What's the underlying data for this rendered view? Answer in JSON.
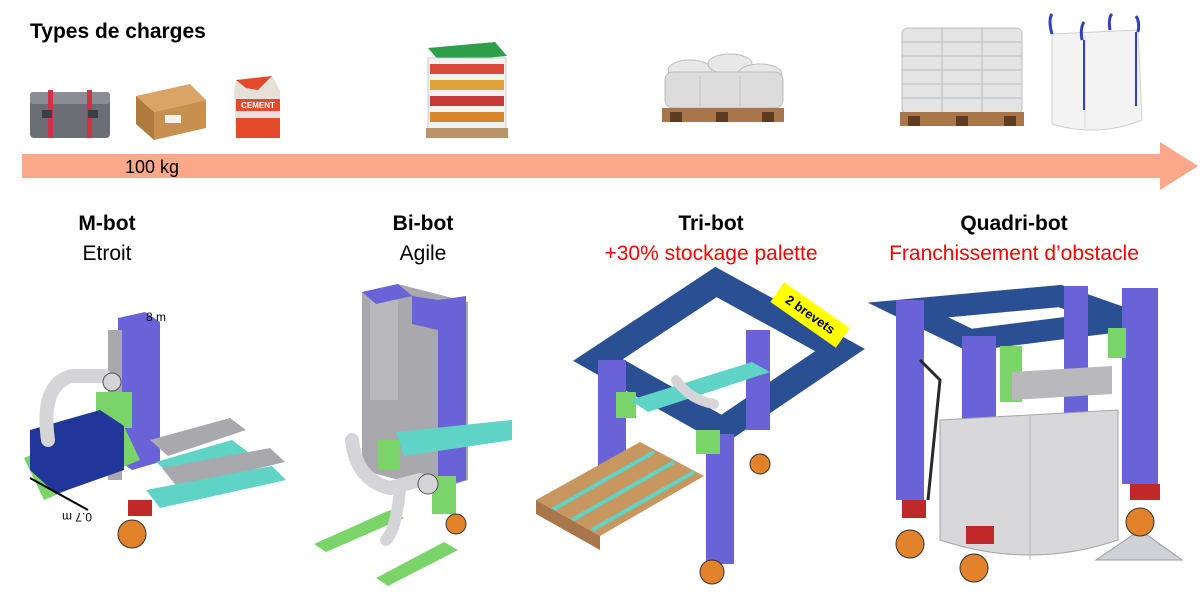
{
  "header": {
    "title": "Types de charges"
  },
  "arrow": {
    "label": "100 kg",
    "color": "#fba789"
  },
  "loads": [
    {
      "icon": "toolbox-icon"
    },
    {
      "icon": "cardboard-box-icon"
    },
    {
      "icon": "cement-bag-icon",
      "label": "CEMENT"
    },
    {
      "icon": "display-rack-pallet-icon"
    },
    {
      "icon": "sack-pallet-icon"
    },
    {
      "icon": "tall-sack-pallet-icon"
    },
    {
      "icon": "big-bag-icon"
    }
  ],
  "robots": [
    {
      "name": "M-bot",
      "desc": "Etroit",
      "desc_color": "#000000"
    },
    {
      "name": "Bi-bot",
      "desc": "Agile",
      "desc_color": "#000000"
    },
    {
      "name": "Tri-bot",
      "desc": "+30% stockage palette",
      "desc_color": "#ff0000"
    },
    {
      "name": "Quadri-bot",
      "desc": "Franchissement d’obstacle",
      "desc_color": "#ff0000"
    }
  ],
  "badge": {
    "label": "2 brevets",
    "color": "#ffff00"
  },
  "dimensions": {
    "height": "8 m",
    "width": "0.7 m"
  },
  "colors": {
    "purple": "#6a63d8",
    "gray": "#a8a8ad",
    "green": "#7bd46a",
    "teal": "#5fd3c6",
    "navy": "#2b4f93",
    "orange": "#e2822b",
    "red": "#c0282a",
    "wood": "#b88a5a",
    "blue_crate": "#22359a"
  }
}
